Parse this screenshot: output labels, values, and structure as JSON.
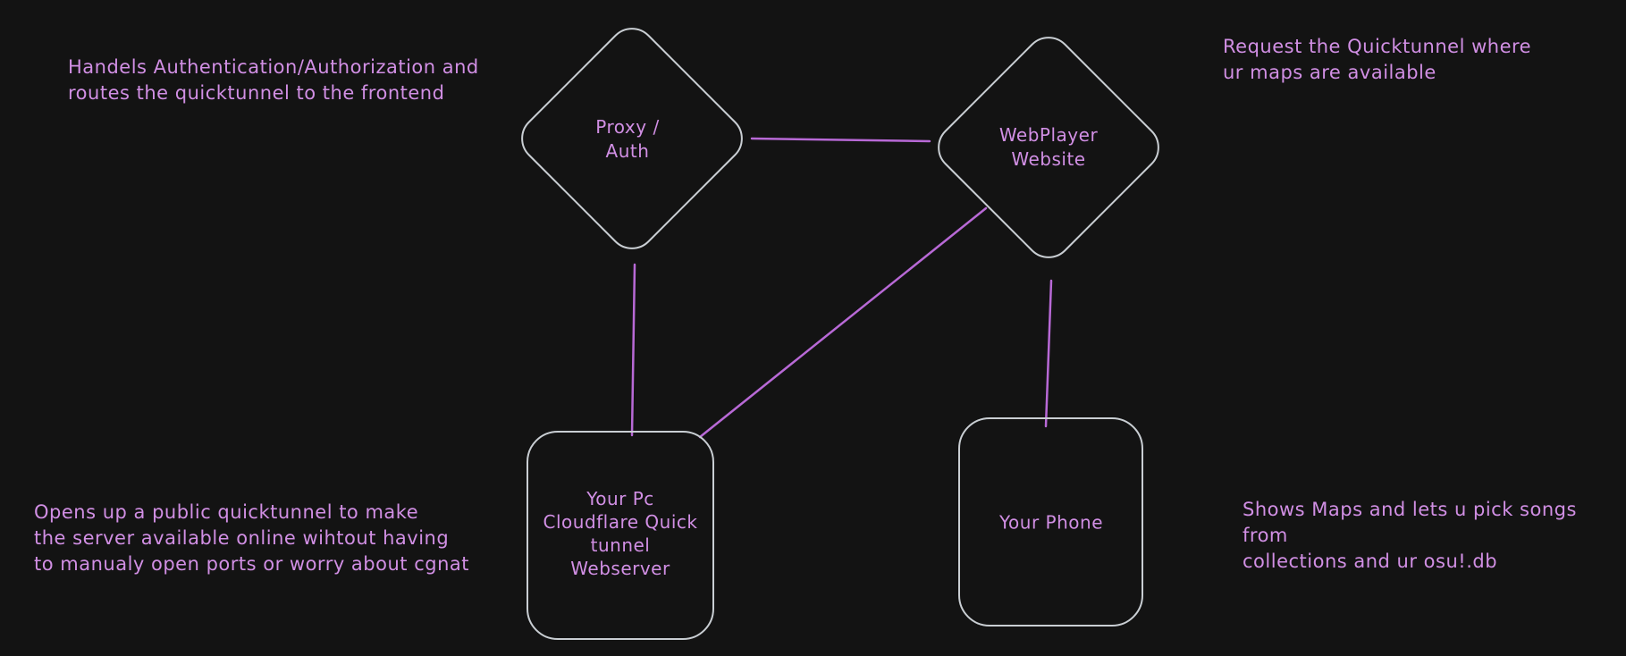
{
  "diagram": {
    "colors": {
      "background": "#131313",
      "shape_stroke": "#c9ced3",
      "text": "#d18fe4",
      "connector": "#b869d6"
    },
    "nodes": {
      "proxy": {
        "label": "Proxy /\nAuth",
        "shape": "diamond"
      },
      "webplayer": {
        "label": "WebPlayer\nWebsite",
        "shape": "diamond"
      },
      "webserver": {
        "label": "Your Pc\nCloudflare Quick\ntunnel\nWebserver",
        "shape": "rounded-rectangle"
      },
      "phone": {
        "label": "Your Phone",
        "shape": "rounded-rectangle"
      }
    },
    "edges": [
      {
        "from": "proxy",
        "to": "webplayer"
      },
      {
        "from": "proxy",
        "to": "webserver"
      },
      {
        "from": "webplayer",
        "to": "webserver"
      },
      {
        "from": "webplayer",
        "to": "phone"
      }
    ],
    "annotations": {
      "top_left": "Handels Authentication/Authorization and\nroutes the quicktunnel to the frontend",
      "top_right": "Request the Quicktunnel where\nur maps are available",
      "bottom_left": "Opens up a public quicktunnel to make\nthe server available online wihtout having\nto manualy open ports or worry about cgnat",
      "bottom_right": "Shows Maps and lets u pick songs from\ncollections and ur osu!.db"
    }
  }
}
